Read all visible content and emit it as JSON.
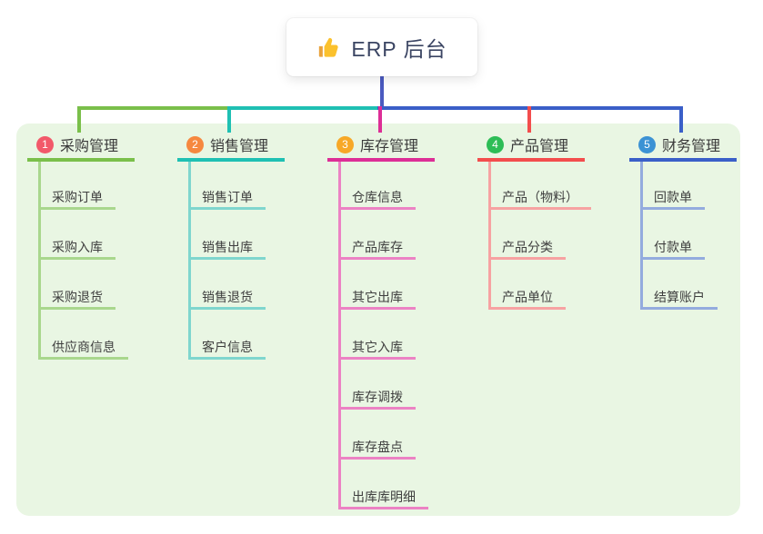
{
  "root": {
    "title": "ERP 后台",
    "icon": "thumbs-up"
  },
  "branches": [
    {
      "index": "1",
      "title": "采购管理",
      "children": [
        "采购订单",
        "采购入库",
        "采购退货",
        "供应商信息"
      ]
    },
    {
      "index": "2",
      "title": "销售管理",
      "children": [
        "销售订单",
        "销售出库",
        "销售退货",
        "客户信息"
      ]
    },
    {
      "index": "3",
      "title": "库存管理",
      "children": [
        "仓库信息",
        "产品库存",
        "其它出库",
        "其它入库",
        "库存调拨",
        "库存盘点",
        "出库库明细"
      ]
    },
    {
      "index": "4",
      "title": "产品管理",
      "children": [
        "产品（物料）",
        "产品分类",
        "产品单位"
      ]
    },
    {
      "index": "5",
      "title": "财务管理",
      "children": [
        "回款单",
        "付款单",
        "结算账户"
      ]
    }
  ],
  "colors": {
    "panel-bg": "#e9f6e3",
    "root-text": "#3b4563",
    "root-line": "#4a5ac0",
    "b1-line": "#7abf4a",
    "b1-light": "#a9d78d",
    "b1-badge": "#f2596a",
    "b2-line": "#1fc0b3",
    "b2-light": "#7fd6ce",
    "b2-badge": "#f6883f",
    "b3-line": "#dd2e96",
    "b3-light": "#ec82c4",
    "b3-badge": "#f7a827",
    "b4-line": "#f34d4d",
    "b4-light": "#f7a2a2",
    "b4-badge": "#2dbd56",
    "b5-line": "#3a5fc8",
    "b5-light": "#93abde",
    "b5-badge": "#3c92d4"
  }
}
